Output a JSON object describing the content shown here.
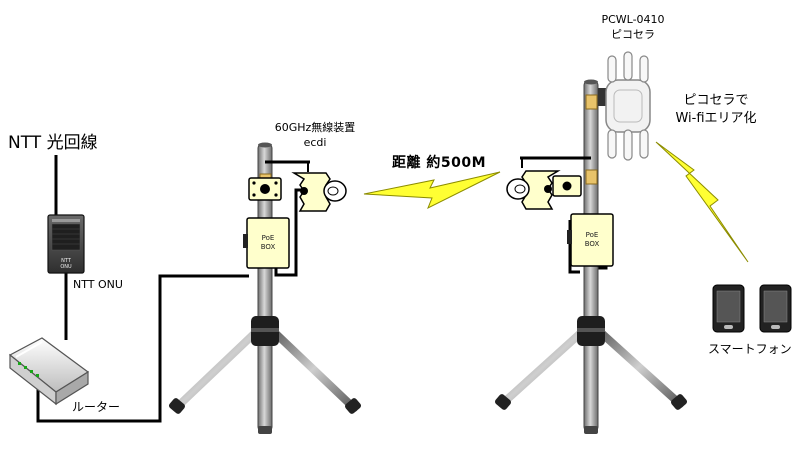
{
  "labels": {
    "ntt_line": "NTT 光回線",
    "ntt_onu": "NTT ONU",
    "onu_device_text": "NTT\nONU",
    "router": "ルーター",
    "radio_model": "60GHz無線装置",
    "radio_name": "ecdi",
    "distance": "距離 約500M",
    "ap_model": "PCWL-0410",
    "ap_brand": "ピコセラ",
    "wifi_line1": "ピコセラで",
    "wifi_line2": "Wi-fiエリア化",
    "smartphone": "スマートフォン",
    "poe_box_left": "PoE\nBOX",
    "poe_box_right": "PoE\nBOX"
  },
  "colors": {
    "pole": "#9e9e9e",
    "box_yellow": "#ffffcc",
    "lightning": "#ffff33",
    "cable": "#000000",
    "ap_body": "#f2f2f2"
  }
}
